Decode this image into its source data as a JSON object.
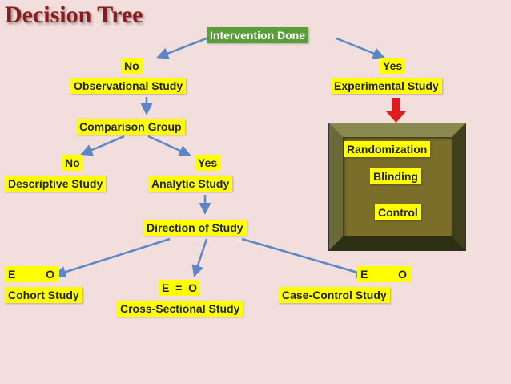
{
  "title": "Decision Tree",
  "nodes": {
    "intervention_done": "Intervention Done",
    "no_top": "No",
    "yes_top": "Yes",
    "observational_study": "Observational Study",
    "experimental_study": "Experimental Study",
    "comparison_group": "Comparison Group",
    "no_mid": "No",
    "yes_mid": "Yes",
    "descriptive_study": "Descriptive Study",
    "analytic_study": "Analytic Study",
    "direction_of_study": "Direction of Study",
    "cohort_e": "E",
    "cohort_o": "O",
    "cohort_study": "Cohort Study",
    "cross_eq": "E  =  O",
    "cross_sectional_study": "Cross-Sectional Study",
    "cc_e": "E",
    "cc_o": "O",
    "case_control_study": "Case-Control Study"
  },
  "experimental_box": {
    "randomization": "Randomization",
    "blinding": "Blinding",
    "control": "Control"
  },
  "colors": {
    "background": "#f3dede",
    "title": "#8b1a1a",
    "yellow_box": "#ffff00",
    "green_box": "#5a9e3a",
    "arrow": "#5b87c5",
    "red_arrow": "#e01b1b",
    "frame": "#7a6e2a"
  }
}
